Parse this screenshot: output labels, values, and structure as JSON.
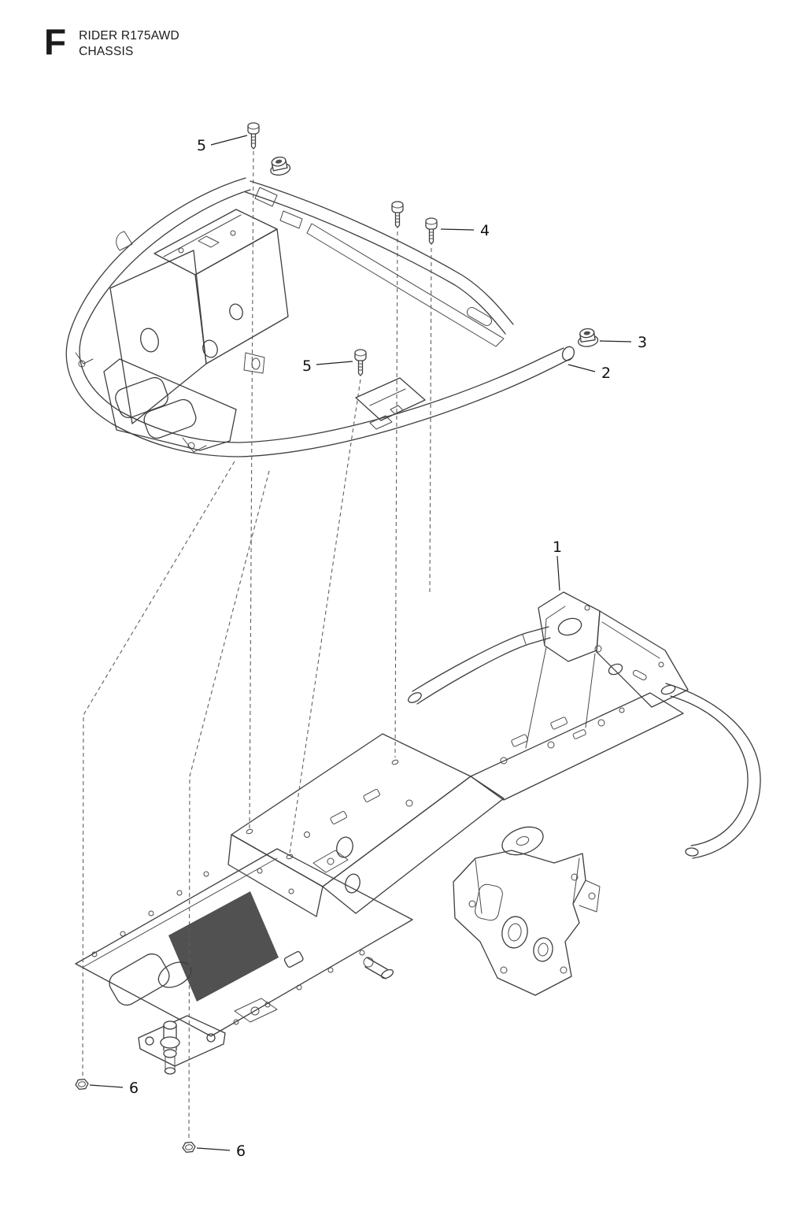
{
  "page": {
    "section_letter": "F",
    "model": "RIDER R175AWD",
    "section_title": "CHASSIS"
  },
  "colors": {
    "background": "#ffffff",
    "line": "#3e3e3e"
  },
  "diagram": {
    "callouts": [
      {
        "label": "5"
      },
      {
        "label": "4"
      },
      {
        "label": "3"
      },
      {
        "label": "2"
      },
      {
        "label": "5"
      },
      {
        "label": "1"
      },
      {
        "label": "6"
      },
      {
        "label": "6"
      }
    ]
  }
}
